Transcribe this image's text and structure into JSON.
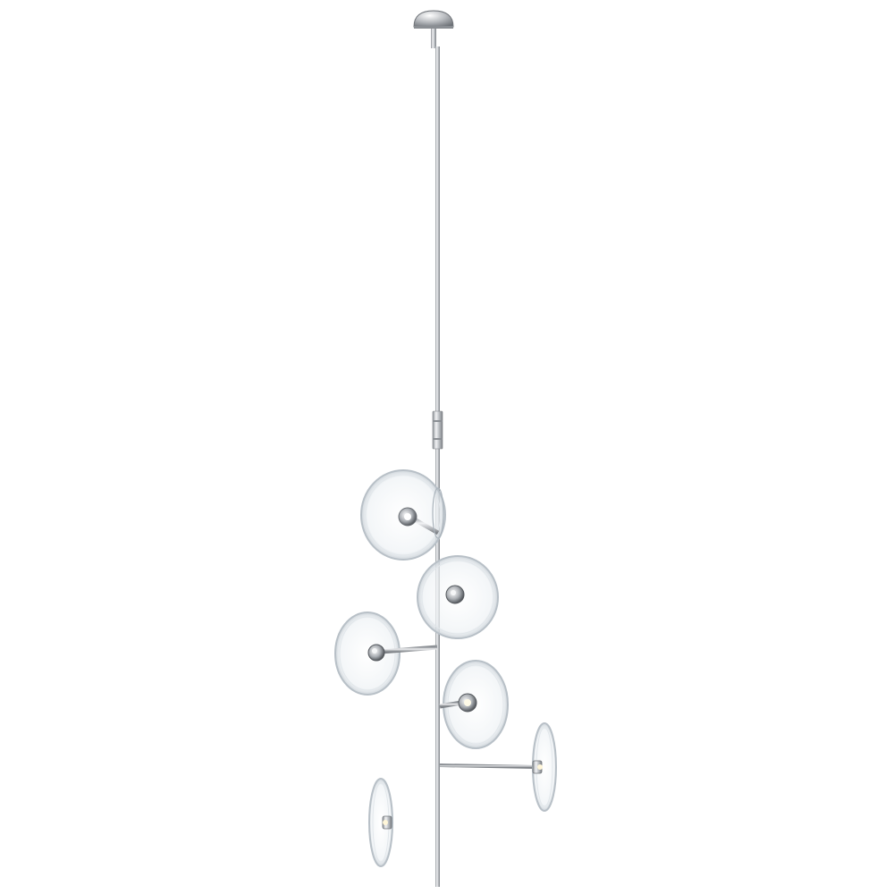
{
  "image": {
    "subject": "chandelier-product-photo",
    "background_color": "#ffffff",
    "metal_finish_color": "#c7c9cc",
    "glass_shade_color": "#eef2f5"
  },
  "fixture": {
    "parts": {
      "canopy": "canopy",
      "stem": "stem",
      "coupler": "coupler",
      "arms": 6,
      "shades": 6
    }
  }
}
